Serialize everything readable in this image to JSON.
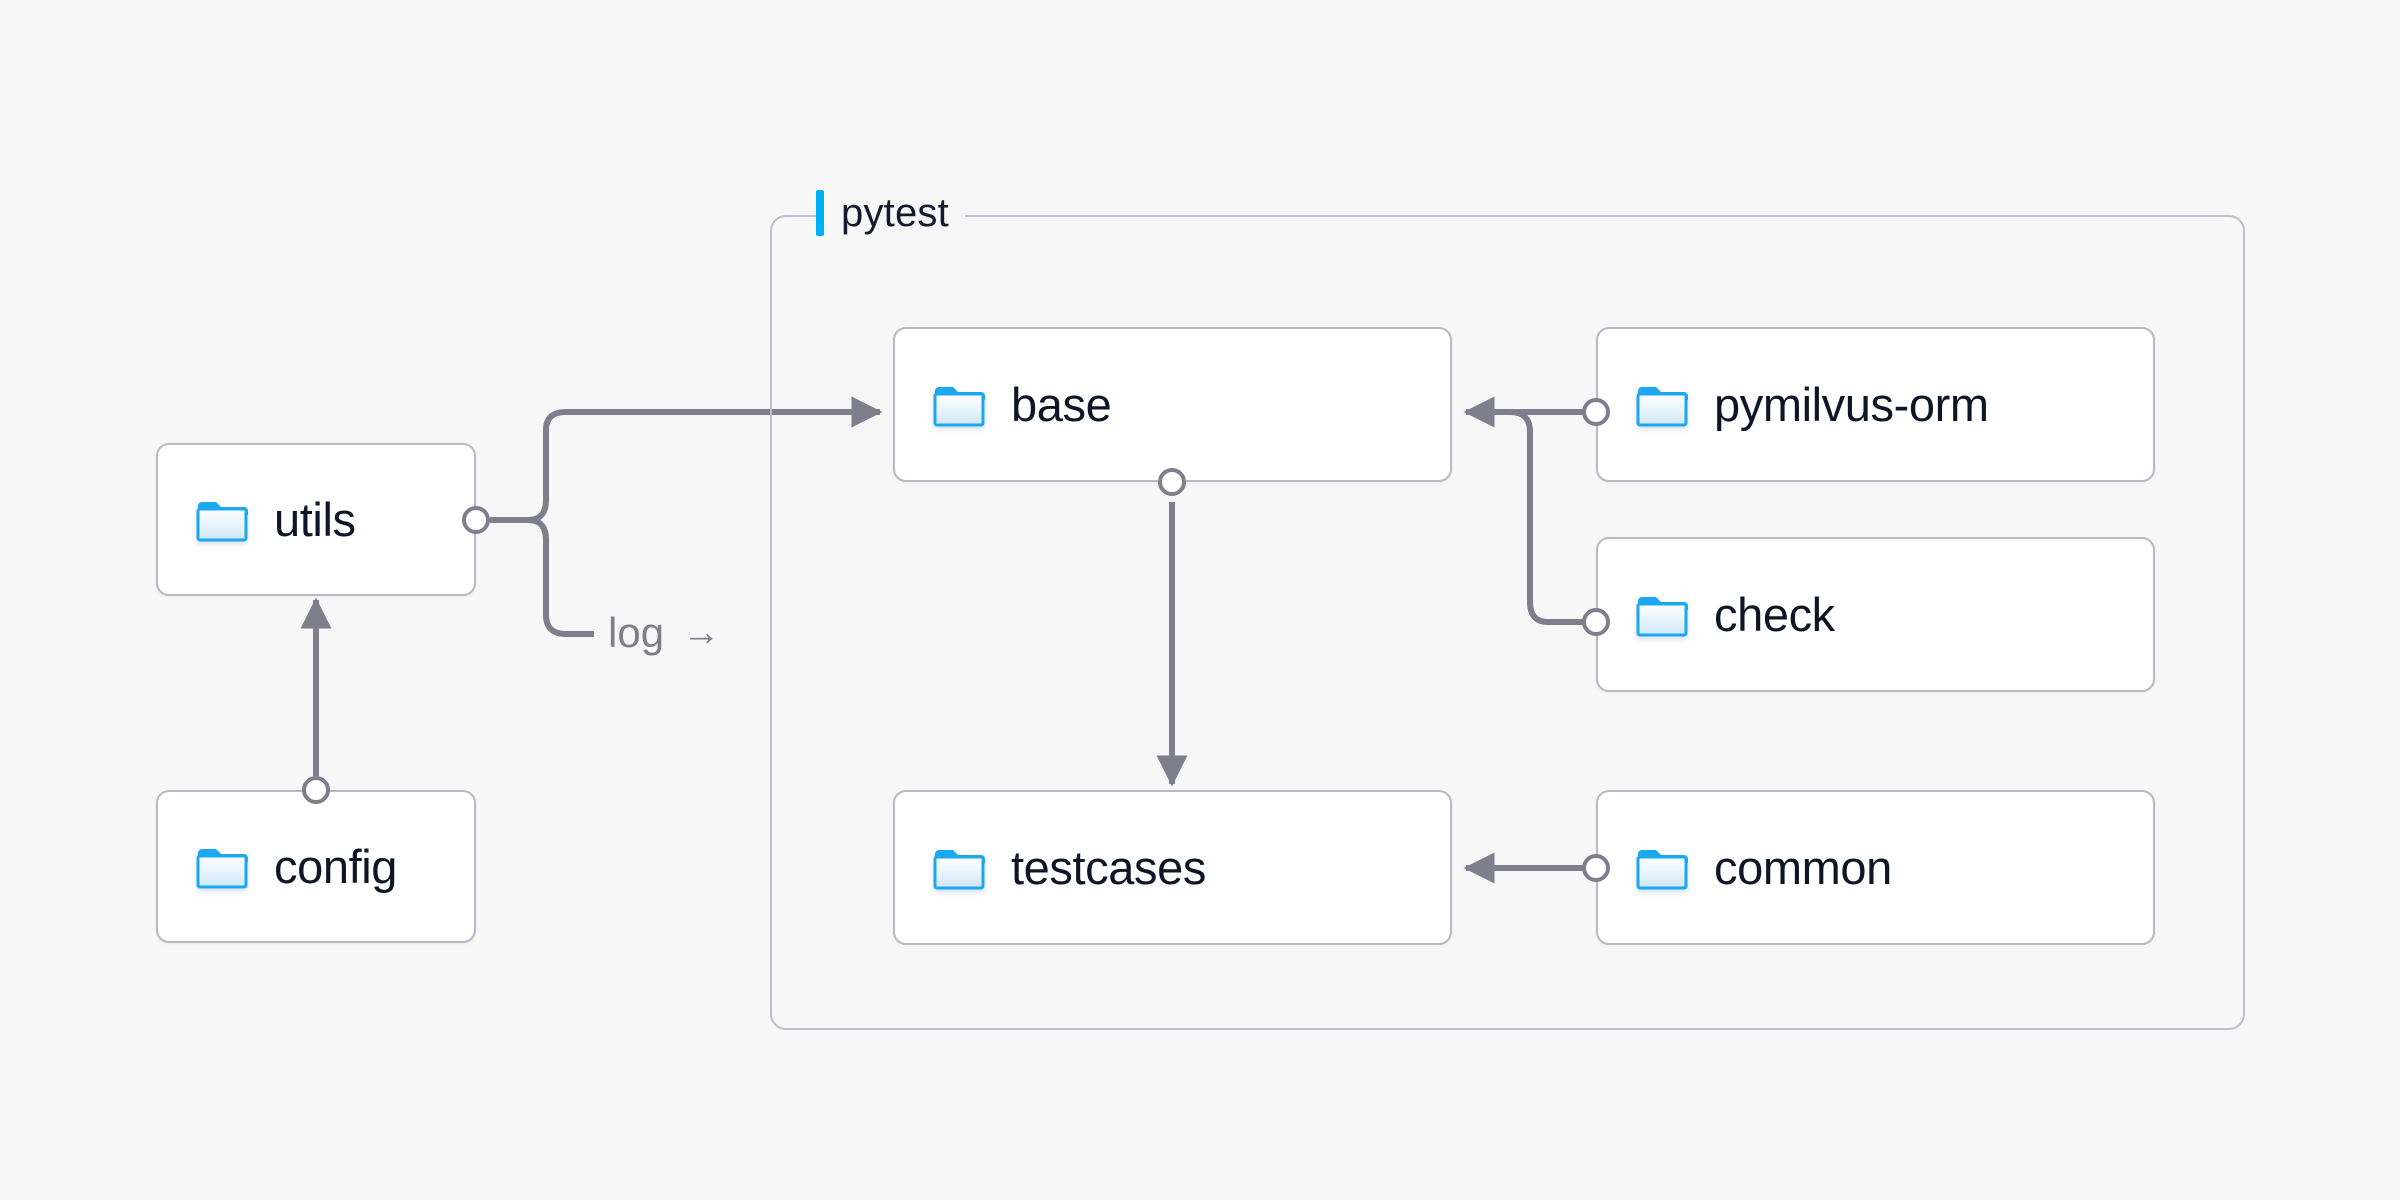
{
  "diagram": {
    "type": "module-dependency-diagram",
    "background_color": "#f7f7f7",
    "accent_color": "#00b0f5",
    "connector_color": "#7e7e8c",
    "node_border_color": "#b9b9c6",
    "folder_icon_color": "#1ca8f0"
  },
  "group": {
    "label": "pytest",
    "icon": "accent-bar"
  },
  "nodes": [
    {
      "id": "utils",
      "label": "utils",
      "icon": "folder-icon"
    },
    {
      "id": "config",
      "label": "config",
      "icon": "folder-icon"
    },
    {
      "id": "base",
      "label": "base",
      "icon": "folder-icon"
    },
    {
      "id": "testcases",
      "label": "testcases",
      "icon": "folder-icon"
    },
    {
      "id": "pymilvus-orm",
      "label": "pymilvus-orm",
      "icon": "folder-icon"
    },
    {
      "id": "check",
      "label": "check",
      "icon": "folder-icon"
    },
    {
      "id": "common",
      "label": "common",
      "icon": "folder-icon"
    }
  ],
  "edges": [
    {
      "from": "utils",
      "to": "base",
      "label": ""
    },
    {
      "from": "utils",
      "to": "log",
      "label": "log",
      "arrow_glyph": "→"
    },
    {
      "from": "config",
      "to": "utils",
      "label": ""
    },
    {
      "from": "base",
      "to": "testcases",
      "label": ""
    },
    {
      "from": "pymilvus-orm",
      "to": "base",
      "label": ""
    },
    {
      "from": "check",
      "to": "base",
      "label": ""
    },
    {
      "from": "common",
      "to": "testcases",
      "label": ""
    }
  ]
}
